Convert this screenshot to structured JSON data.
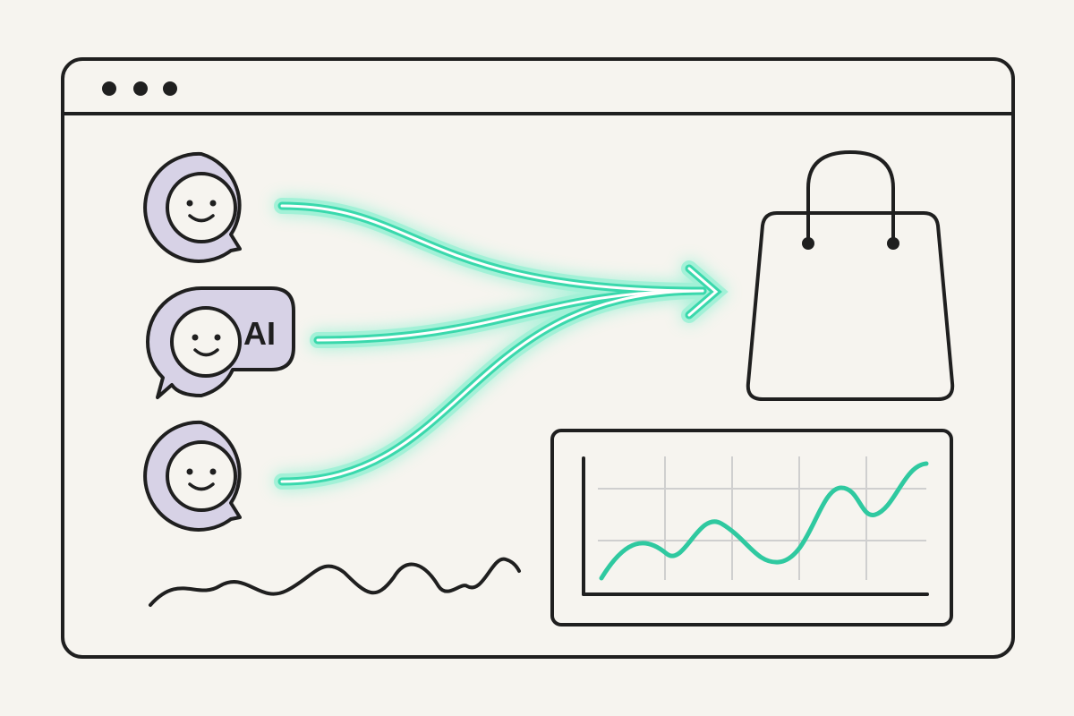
{
  "window": {
    "controls": [
      "dot-1",
      "dot-2",
      "dot-3"
    ]
  },
  "chat_bubbles": [
    {
      "icon": "smiley-face-icon",
      "badge": ""
    },
    {
      "icon": "smiley-face-icon",
      "badge": "AI"
    },
    {
      "icon": "smiley-face-icon",
      "badge": ""
    }
  ],
  "flow": {
    "icon": "arrow-right-icon",
    "target_icon": "shopping-bag-icon"
  },
  "chart_panel": {
    "icon": "line-chart-icon",
    "trend": "rising"
  },
  "colors": {
    "background": "#f6f4ef",
    "stroke": "#1f1f1f",
    "accent": "#2fd6a8",
    "accent_glow": "#5ff0c4",
    "bubble_fill": "#d7d2e6",
    "grid": "#cfcfcf"
  }
}
